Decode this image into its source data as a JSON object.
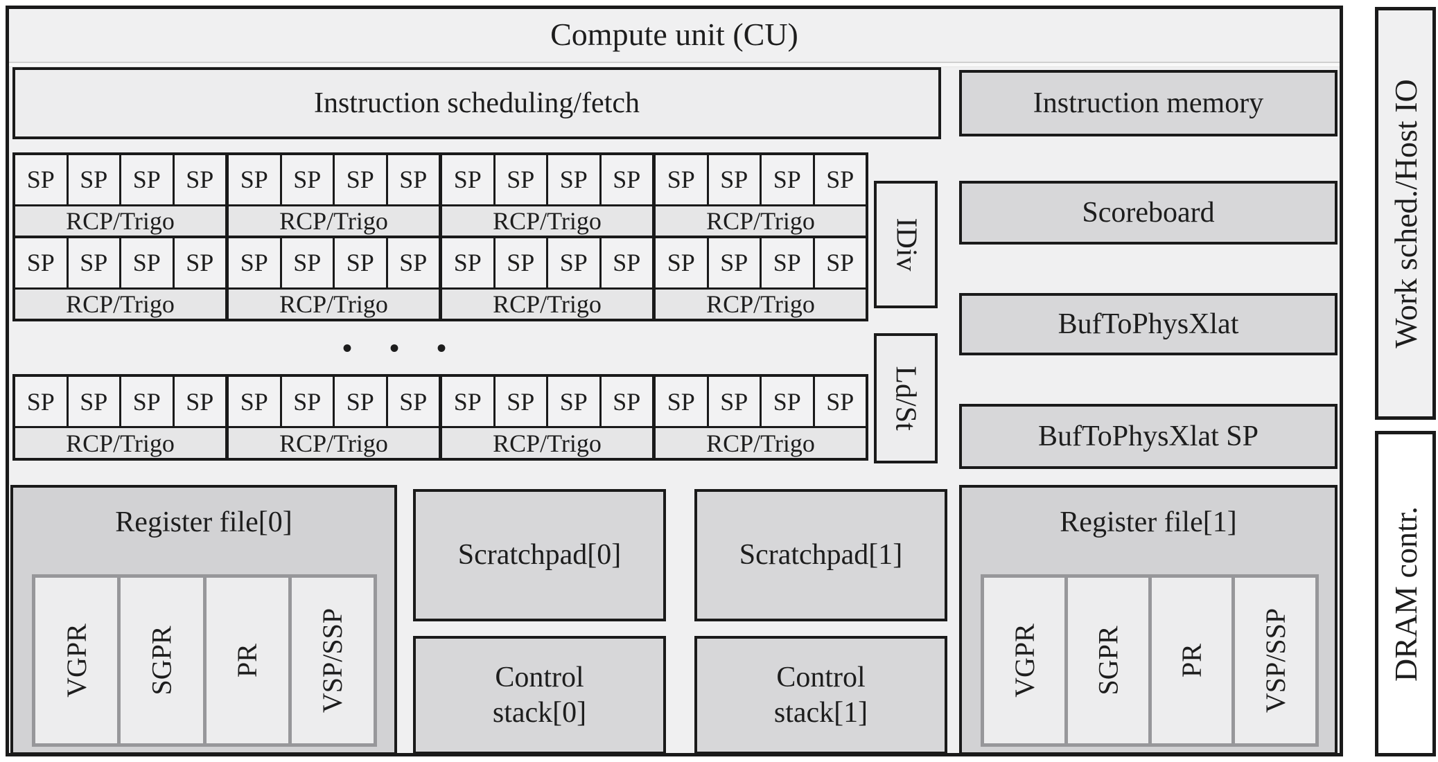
{
  "diagram": {
    "title": "Compute unit (CU)",
    "top_row": {
      "scheduling": "Instruction scheduling/fetch",
      "instruction_memory": "Instruction memory"
    },
    "sp_grid": {
      "sp_label": "SP",
      "rcp_label": "RCP/Trigo",
      "columns": 16,
      "rcp_groups": 4,
      "block1_pairs": 2,
      "block2_pairs": 1,
      "ellipsis": "• • •"
    },
    "vertical_units": {
      "idiv": "IDiv",
      "ldst": "Ld/St"
    },
    "right_column": {
      "scoreboard": "Scoreboard",
      "buf_to_phys_xlat": "BufToPhysXlat",
      "buf_to_phys_xlat_sp": "BufToPhysXlat SP"
    },
    "bottom_row": {
      "register_file_0": {
        "title": "Register file[0]",
        "sections": [
          "VGPR",
          "SGPR",
          "PR",
          "VSP/SSP"
        ]
      },
      "scratchpad_0": "Scratchpad[0]",
      "scratchpad_1": "Scratchpad[1]",
      "control_stack_0": "Control\nstack[0]",
      "control_stack_1": "Control\nstack[1]",
      "register_file_1": {
        "title": "Register file[1]",
        "sections": [
          "VGPR",
          "SGPR",
          "PR",
          "VSP/SSP"
        ]
      }
    },
    "sidebar": {
      "work_sched": "Work sched./Host IO",
      "dram": "DRAM contr."
    },
    "colors": {
      "cu_background": "#f0f0f1",
      "gray_box": "#d7d7d9",
      "light_box": "#ededee",
      "sp_cell": "#f2f2f3",
      "rcp_band": "#e6e6e7",
      "border": "#1a1a1a",
      "inner_border": "#97979a",
      "dram_box": "#ffffff"
    }
  }
}
